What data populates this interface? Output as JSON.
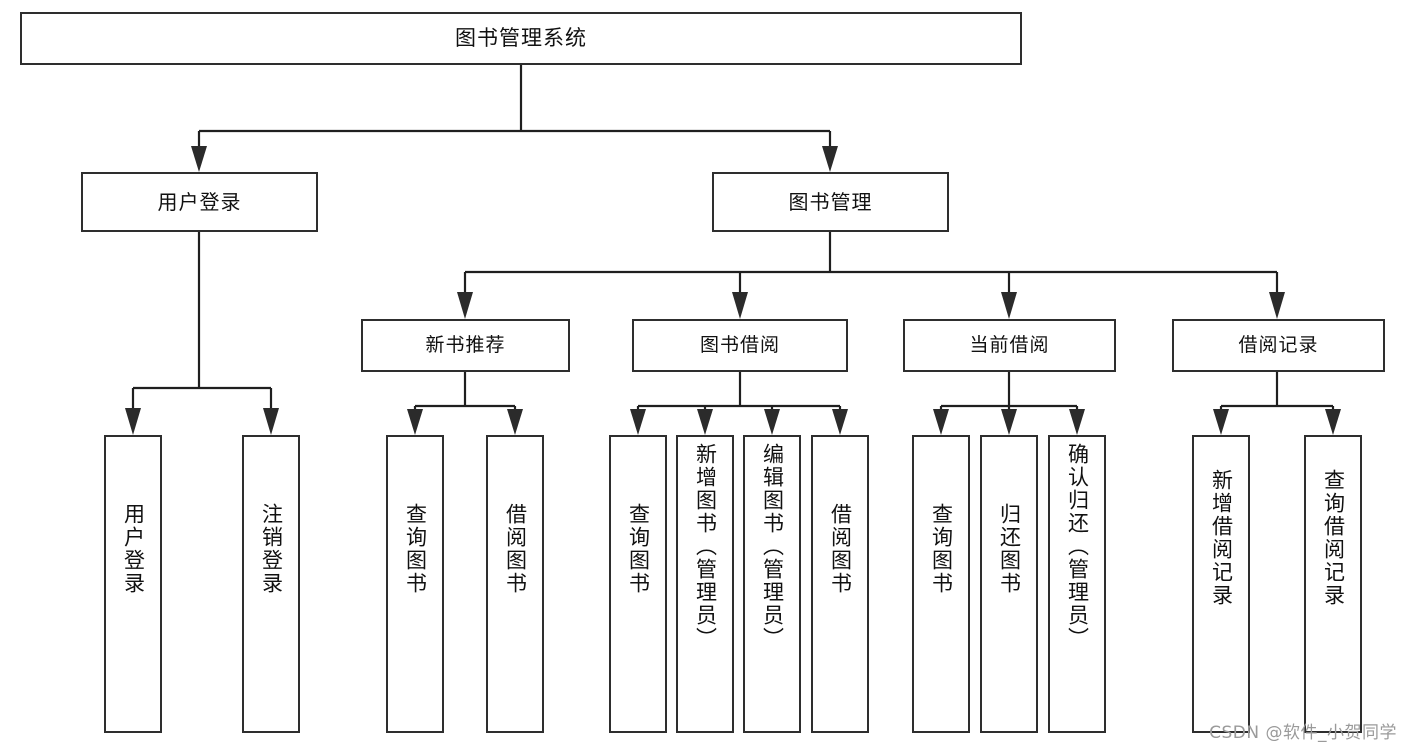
{
  "diagram": {
    "title": "图书管理系统",
    "type": "tree",
    "watermark": "CSDN @软件_小贺同学",
    "colors": {
      "box_border": "#2e2e2e",
      "box_fill": "#ffffff",
      "connector": "#1f1f1f",
      "text": "#111111",
      "watermark": "#9a9a9a"
    },
    "nodes": {
      "root": {
        "label": "图书管理系统"
      },
      "level2": [
        {
          "id": "user-login",
          "label": "用户登录"
        },
        {
          "id": "book-manage",
          "label": "图书管理"
        }
      ],
      "level3": [
        {
          "id": "new-book-recommend",
          "label": "新书推荐"
        },
        {
          "id": "book-borrow",
          "label": "图书借阅"
        },
        {
          "id": "current-borrow",
          "label": "当前借阅"
        },
        {
          "id": "borrow-record",
          "label": "借阅记录"
        }
      ],
      "leaves": {
        "user-login": [
          {
            "id": "leaf-user-login",
            "label": "用户登录"
          },
          {
            "id": "leaf-logout-login",
            "label": "注销登录"
          }
        ],
        "new-book-recommend": [
          {
            "id": "leaf-query-book-1",
            "label": "查询图书"
          },
          {
            "id": "leaf-borrow-book-1",
            "label": "借阅图书"
          }
        ],
        "book-borrow": [
          {
            "id": "leaf-query-book-2",
            "label": "查询图书"
          },
          {
            "id": "leaf-add-book",
            "label": "新增图书（管理员）"
          },
          {
            "id": "leaf-edit-book",
            "label": "编辑图书（管理员）"
          },
          {
            "id": "leaf-borrow-book-2",
            "label": "借阅图书"
          }
        ],
        "current-borrow": [
          {
            "id": "leaf-query-book-3",
            "label": "查询图书"
          },
          {
            "id": "leaf-return-book",
            "label": "归还图书"
          },
          {
            "id": "leaf-confirm-return",
            "label": "确认归还（管理员）"
          }
        ],
        "borrow-record": [
          {
            "id": "leaf-add-record",
            "label": "新增借阅记录"
          },
          {
            "id": "leaf-query-record",
            "label": "查询借阅记录"
          }
        ]
      }
    }
  }
}
